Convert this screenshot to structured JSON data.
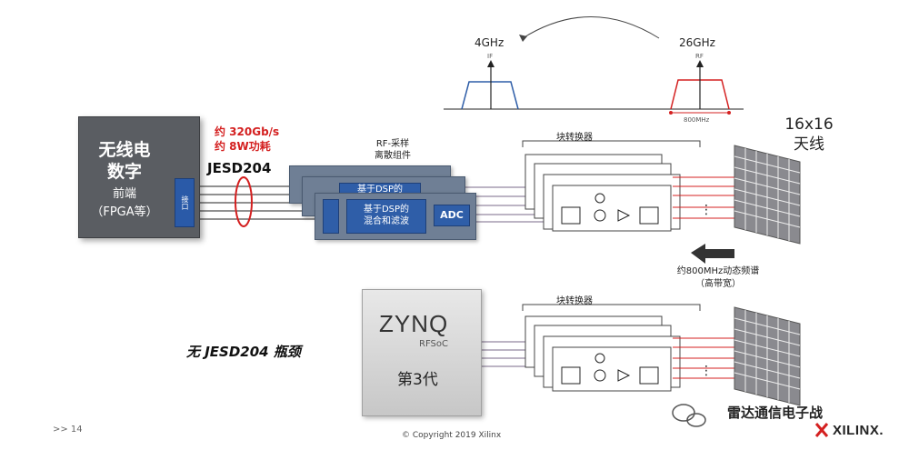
{
  "frontend": {
    "line1": "无线电",
    "line2": "数字",
    "line3": "前端",
    "line4": "（FPGA等）",
    "port_label": "接口"
  },
  "link": {
    "rate": "约 320Gb/s",
    "power": "约 8W功耗",
    "jesd": "JESD204"
  },
  "rf_sampling": {
    "title_l1": "RF-采样",
    "title_l2": "离散组件",
    "dsp_back": "基于DSP的",
    "dsp_l1": "基于DSP的",
    "dsp_l2": "混合和滤波",
    "adc": "ADC"
  },
  "converter": {
    "top_label": "块转换器",
    "bottom_label": "块转换器"
  },
  "antenna": {
    "l1": "16x16",
    "l2": "天线"
  },
  "spectrum": {
    "if_freq": "4GHz",
    "if_sub": "IF",
    "rf_freq": "26GHz",
    "rf_sub": "RF",
    "bw": "800MHz"
  },
  "bandwidth_note": {
    "l1": "约800MHz动态频谱",
    "l2": "（高带宽）"
  },
  "zynq": {
    "logo": "ZYNQ",
    "sub": "RFSoC",
    "gen": "第3代"
  },
  "no_jesd": "无 JESD204 瓶颈",
  "footer": {
    "page": ">> 14",
    "copyright": "© Copyright 2019 Xilinx",
    "wechat": "雷达通信电子战",
    "brand": "XILINX."
  },
  "colors": {
    "red": "#d42020",
    "blue": "#2f5ea8",
    "dark": "#5a5d62"
  }
}
